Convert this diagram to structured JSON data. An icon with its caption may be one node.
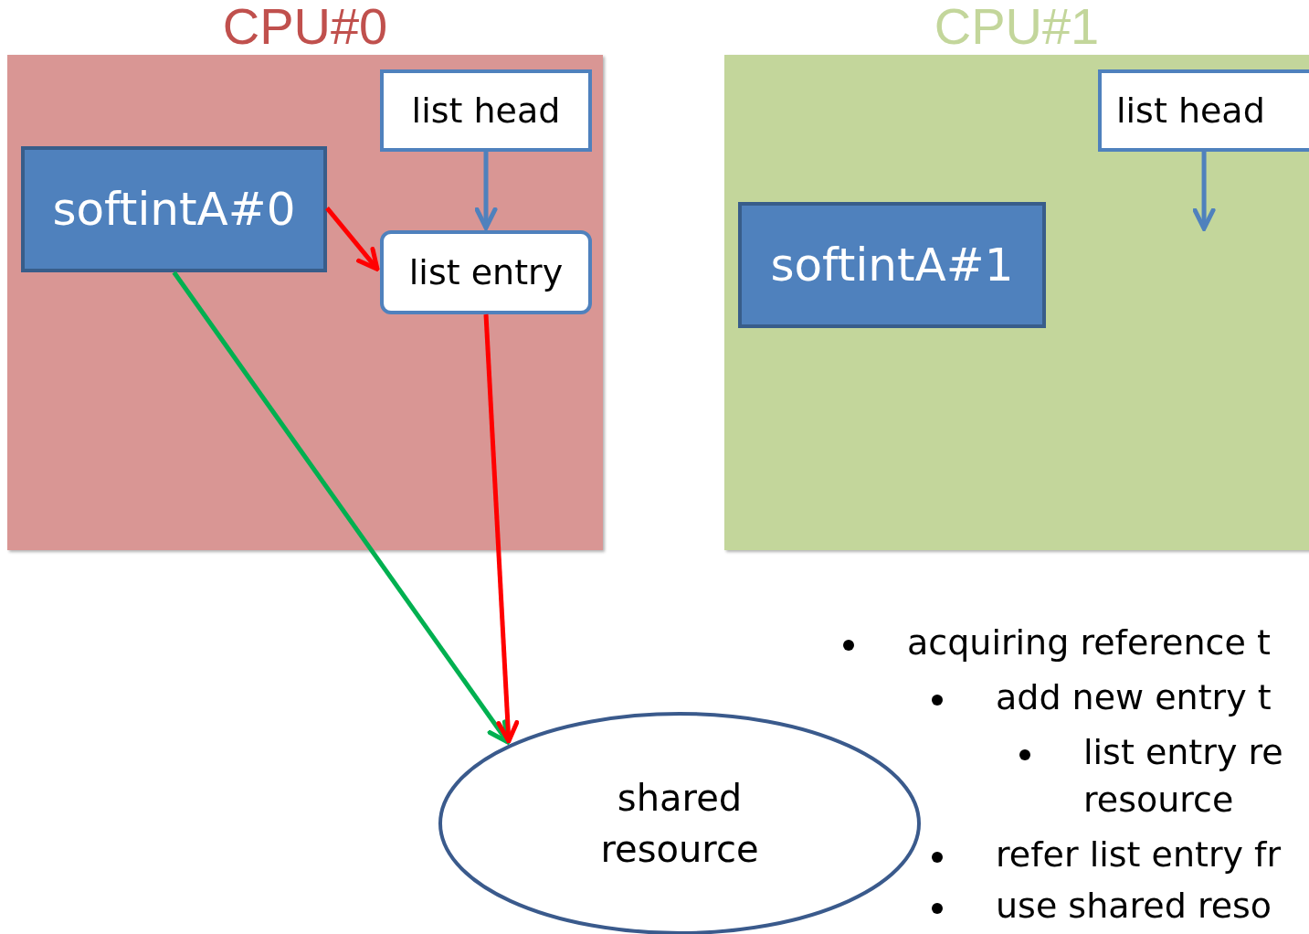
{
  "diagram": {
    "nodes": [
      {
        "text": [
          "CPU#0"
        ]
      },
      {
        "text": [
          "list head"
        ],
        "in": 0
      },
      {
        "text": [
          "softintA#0"
        ],
        "in": 0
      },
      {
        "text": [
          "list entry"
        ],
        "in": 0
      },
      {
        "text": [
          "CPU#1"
        ]
      },
      {
        "text": [
          "list head"
        ],
        "in": 4
      },
      {
        "text": [
          "softintA#1"
        ],
        "in": 4
      },
      {
        "text": [
          "shared resource"
        ]
      }
    ],
    "edges": [
      {
        "from": 1,
        "to": 3,
        "arrow": "to",
        "color": "#4f81bd"
      },
      {
        "from": 2,
        "to": 3,
        "arrow": "to",
        "color": "#ff0000"
      },
      {
        "from": 2,
        "to": 7,
        "arrow": "to",
        "color": "#00b050"
      },
      {
        "from": 3,
        "to": 7,
        "arrow": "to",
        "color": "#ff0000"
      },
      {
        "from": 5,
        "to": null,
        "arrow": "to",
        "color": "#4f81bd"
      }
    ],
    "labels": [
      "acquiring reference t",
      "add new entry t",
      "list entry re",
      "resource",
      "refer list entry fr",
      "use shared reso"
    ]
  }
}
